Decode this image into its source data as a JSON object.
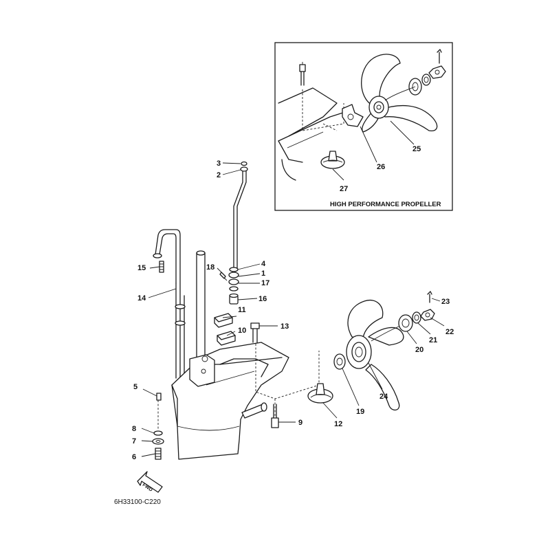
{
  "diagram": {
    "inset_title": "HIGH PERFORMANCE PROPELLER",
    "drawing_code": "6H33100-C220",
    "fwd_label": "FWD",
    "callouts": [
      "1",
      "2",
      "3",
      "4",
      "5",
      "6",
      "7",
      "8",
      "9",
      "10",
      "11",
      "12",
      "13",
      "14",
      "15",
      "16",
      "17",
      "18",
      "19",
      "20",
      "21",
      "22",
      "23",
      "24",
      "25",
      "26",
      "27"
    ]
  }
}
